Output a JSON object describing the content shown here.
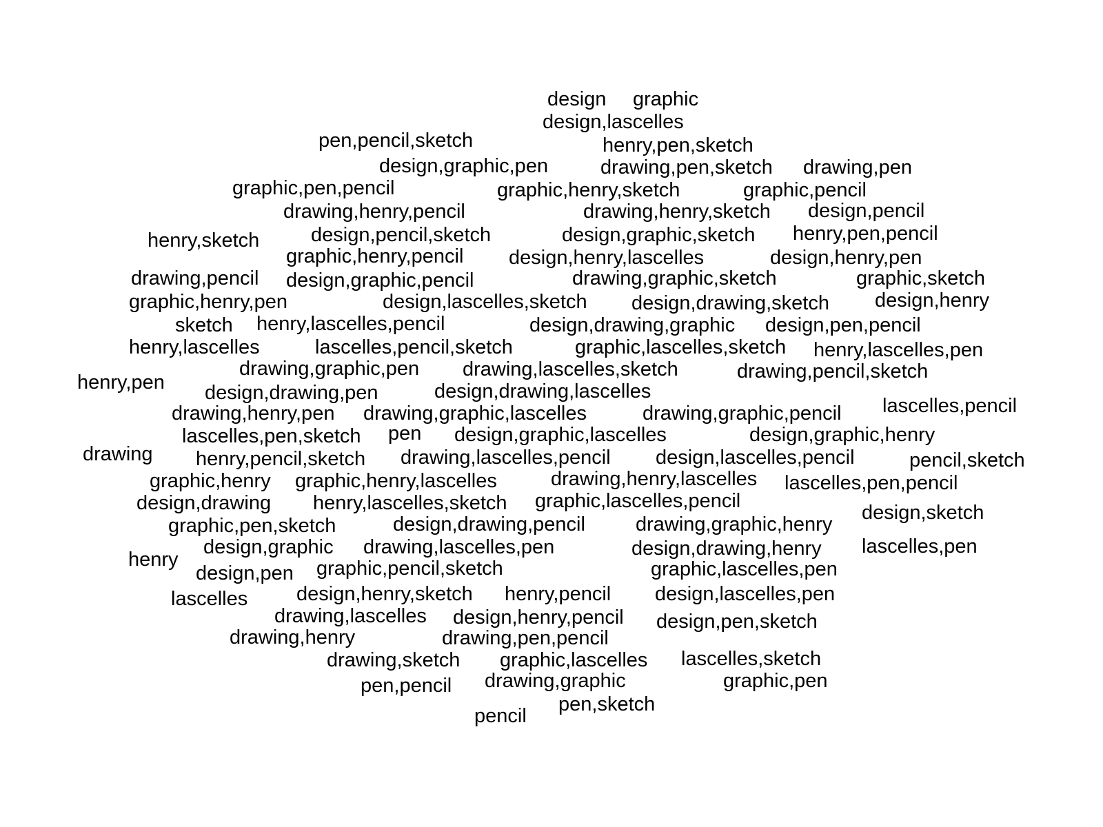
{
  "words": [
    "design",
    "graphic",
    "design,lascelles",
    "pen,pencil,sketch",
    "henry,pen,sketch",
    "design,graphic,pen",
    "drawing,pen,sketch",
    "drawing,pen",
    "graphic,pen,pencil",
    "graphic,henry,sketch",
    "graphic,pencil",
    "drawing,henry,pencil",
    "drawing,henry,sketch",
    "design,pencil",
    "henry,sketch",
    "design,pencil,sketch",
    "design,graphic,sketch",
    "henry,pen,pencil",
    "graphic,henry,pencil",
    "design,henry,lascelles",
    "design,henry,pen",
    "drawing,pencil",
    "design,graphic,pencil",
    "drawing,graphic,sketch",
    "graphic,sketch",
    "graphic,henry,pen",
    "design,lascelles,sketch",
    "design,drawing,sketch",
    "design,henry",
    "sketch",
    "henry,lascelles,pencil",
    "design,drawing,graphic",
    "design,pen,pencil",
    "henry,lascelles",
    "lascelles,pencil,sketch",
    "graphic,lascelles,sketch",
    "henry,lascelles,pen",
    "drawing,graphic,pen",
    "drawing,lascelles,sketch",
    "drawing,pencil,sketch",
    "henry,pen",
    "design,drawing,pen",
    "design,drawing,lascelles",
    "drawing,henry,pen",
    "drawing,graphic,lascelles",
    "drawing,graphic,pencil",
    "lascelles,pencil",
    "lascelles,pen,sketch",
    "pen",
    "design,graphic,lascelles",
    "design,graphic,henry",
    "drawing",
    "henry,pencil,sketch",
    "drawing,lascelles,pencil",
    "design,lascelles,pencil",
    "pencil,sketch",
    "graphic,henry",
    "graphic,henry,lascelles",
    "drawing,henry,lascelles",
    "lascelles,pen,pencil",
    "design,drawing",
    "henry,lascelles,sketch",
    "graphic,lascelles,pencil",
    "design,sketch",
    "graphic,pen,sketch",
    "design,drawing,pencil",
    "drawing,graphic,henry",
    "design,graphic",
    "drawing,lascelles,pen",
    "design,drawing,henry",
    "lascelles,pen",
    "henry",
    "design,pen",
    "graphic,pencil,sketch",
    "graphic,lascelles,pen",
    "lascelles",
    "design,henry,sketch",
    "henry,pencil",
    "design,lascelles,pen",
    "drawing,lascelles",
    "design,henry,pencil",
    "design,pen,sketch",
    "drawing,henry",
    "drawing,pen,pencil",
    "drawing,sketch",
    "graphic,lascelles",
    "lascelles,sketch",
    "pen,pencil",
    "drawing,graphic",
    "graphic,pen",
    "pencil",
    "pen,sketch"
  ]
}
